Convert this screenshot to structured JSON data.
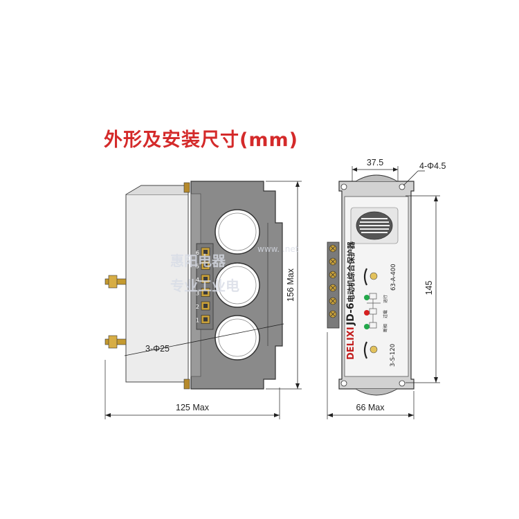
{
  "title": "外形及安装尺寸(mm)",
  "left_view": {
    "width_dim": "125 Max",
    "height_dim": "156 Max",
    "hole_dim": "3-Φ25",
    "terminal_numbers": [
      "6",
      "5",
      "4",
      "3",
      "2",
      "1"
    ]
  },
  "right_view": {
    "top_dim": "37.5",
    "mount_holes": "4-Φ4.5",
    "height_dim": "145",
    "width_dim": "66 Max",
    "brand": "DELIXI",
    "model": "JD-6",
    "product_name": "电动机综合保护器",
    "range_top": "63-A-400",
    "range_bottom": "3-S-120",
    "led_labels": [
      "运行",
      "过载",
      "断相"
    ]
  },
  "watermark": {
    "line1": "惠阳电器",
    "line2": "专业工业电",
    "url": "www.      .net"
  },
  "colors": {
    "title": "#d42a2a",
    "body_gray": "#8a8a8a",
    "led_green": "#22a84a",
    "led_red": "#d62020"
  }
}
